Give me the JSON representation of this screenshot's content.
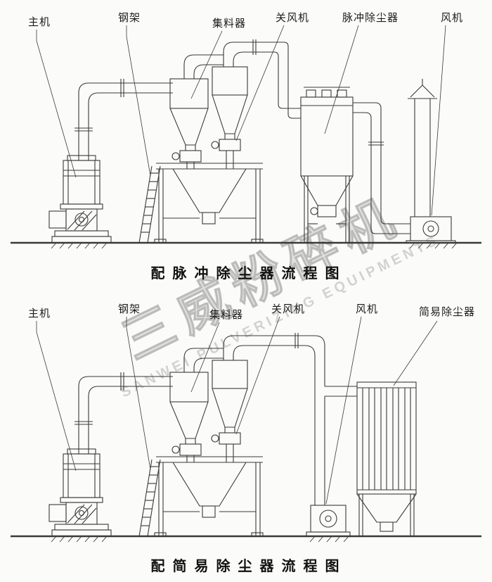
{
  "colors": {
    "line": "#3a3a3a",
    "label_text": "#1c1c1c",
    "watermark": "#aaaaaa"
  },
  "top_diagram": {
    "title": "配 脉 冲 除 尘 器 流 程 图",
    "labels": [
      {
        "text": "主机"
      },
      {
        "text": "钢架"
      },
      {
        "text": "集料器"
      },
      {
        "text": "关风机"
      },
      {
        "text": "脉冲除尘器"
      },
      {
        "text": "风机"
      }
    ]
  },
  "bottom_diagram": {
    "title": "配 简 易 除 尘 器 流 程 图",
    "labels": [
      {
        "text": "主机"
      },
      {
        "text": "钢架"
      },
      {
        "text": "集料器"
      },
      {
        "text": "关风机"
      },
      {
        "text": "风机"
      },
      {
        "text": "简易除尘器"
      }
    ]
  },
  "watermark": {
    "cn": "三威粉碎机",
    "en": "SANWEI PULVERIZING EQUIPMENTS"
  }
}
